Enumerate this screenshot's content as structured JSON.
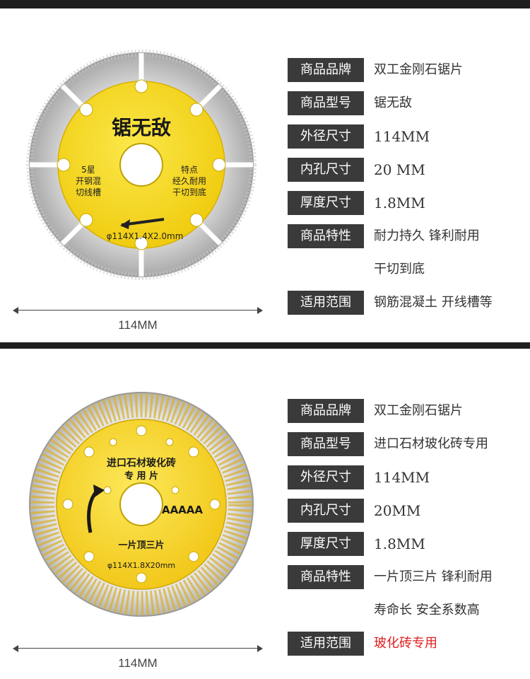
{
  "products": [
    {
      "blade_text": {
        "title": "锯无敌",
        "left_lines": [
          "5星",
          "开钢混",
          "切线槽"
        ],
        "right_lines": [
          "特点",
          "经久耐用",
          "干切到底"
        ],
        "spec_print": "φ114X1.4X2.0mm"
      },
      "diameter_label": "114MM",
      "specs": [
        {
          "label": "商品品牌",
          "value": "双工金刚石锯片"
        },
        {
          "label": "商品型号",
          "value": "锯无敌"
        },
        {
          "label": "外径尺寸",
          "value": "114MM"
        },
        {
          "label": "内孔尺寸",
          "value": "20 MM"
        },
        {
          "label": "厚度尺寸",
          "value": "1.8MM"
        },
        {
          "label": "商品特性",
          "value": "耐力持久 锋利耐用",
          "value2": "干切到底"
        },
        {
          "label": "适用范围",
          "value": "钢筋混凝土 开线槽等"
        }
      ]
    },
    {
      "blade_text": {
        "title_line1": "进口石材玻化砖",
        "title_line2": "专 用 片",
        "grade": "AAAAA",
        "slogan": "一片顶三片",
        "spec_print": "φ114X1.8X20mm"
      },
      "diameter_label": "114MM",
      "specs": [
        {
          "label": "商品品牌",
          "value": "双工金刚石锯片"
        },
        {
          "label": "商品型号",
          "value": "进口石材玻化砖专用"
        },
        {
          "label": "外径尺寸",
          "value": "114MM"
        },
        {
          "label": "内孔尺寸",
          "value": "20MM"
        },
        {
          "label": "厚度尺寸",
          "value": "1.8MM"
        },
        {
          "label": "商品特性",
          "value": "一片顶三片 锋利耐用",
          "value2": "寿命长 安全系数高"
        },
        {
          "label": "适用范围",
          "value": "玻化砖专用"
        }
      ]
    }
  ],
  "colors": {
    "bar": "#1f1f1f",
    "label_bg": "#3a3a3a",
    "blade_yellow": "#f6dc1e",
    "accent_red": "#e02020"
  }
}
